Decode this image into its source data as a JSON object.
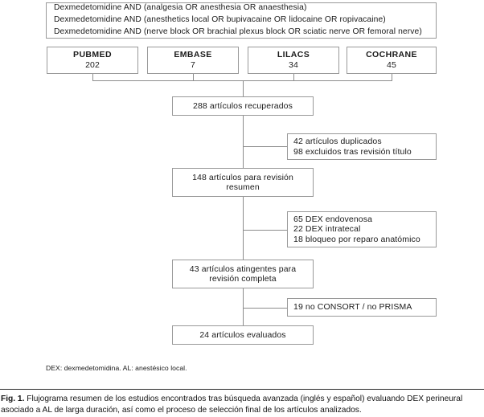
{
  "figure": {
    "query_box": {
      "lines": [
        "Dexmedetomidine AND (analgesia OR anesthesia OR anaesthesia)",
        "Dexmedetomidine AND (anesthetics local OR bupivacaine OR lidocaine OR ropivacaine)",
        "Dexmedetomidine AND (nerve block OR brachial plexus block OR sciatic nerve OR femoral nerve)"
      ]
    },
    "databases": [
      {
        "name": "PUBMED",
        "count": "202"
      },
      {
        "name": "EMBASE",
        "count": "7"
      },
      {
        "name": "LILACS",
        "count": "34"
      },
      {
        "name": "COCHRANE",
        "count": "45"
      }
    ],
    "stages": [
      {
        "id": "retrieved",
        "lines": [
          "288 artículos recuperados"
        ]
      },
      {
        "id": "abstract",
        "lines": [
          "148 artículos para revisión",
          "resumen"
        ]
      },
      {
        "id": "fulltext",
        "lines": [
          "43 artículos atingentes para",
          "revisión completa"
        ]
      },
      {
        "id": "final",
        "lines": [
          "24 artículos evaluados"
        ]
      }
    ],
    "exclusions": [
      {
        "id": "duplicates",
        "lines": [
          "42 artículos duplicados",
          "98 excluidos tras revisión título"
        ]
      },
      {
        "id": "dex-route",
        "lines": [
          "65 DEX endovenosa",
          "22 DEX intratecal",
          "18 bloqueo por reparo anatómico"
        ]
      },
      {
        "id": "reporting",
        "lines": [
          "19 no CONSORT / no PRISMA"
        ]
      }
    ],
    "footnote": "DEX: dexmedetomidina. AL: anestésico local.",
    "caption": {
      "label": "Fig. 1.",
      "text": " Flujograma resumen de los estudios encontrados tras búsqueda avanzada (inglés y español) evaluando DEX perineural asociado a AL de larga duración, así como el proceso de selección final de los artículos analizados."
    }
  },
  "colors": {
    "box_border": "#999999",
    "connector": "#8c8c8c",
    "text": "#1a1a1a",
    "rule": "#2b2b2b"
  }
}
